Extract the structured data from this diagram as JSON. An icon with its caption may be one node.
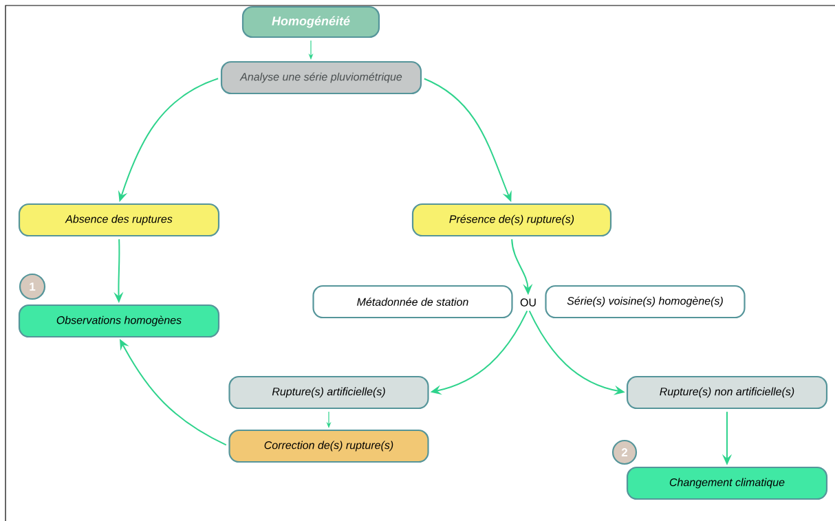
{
  "diagram": {
    "nodes": [
      {
        "text": [
          "Homogénéité"
        ]
      },
      {
        "text": [
          "Analyse une série pluviométrique"
        ]
      },
      {
        "text": [
          "Absence des ruptures"
        ]
      },
      {
        "text": [
          "Présence de(s) rupture(s)"
        ]
      },
      {
        "text": [
          "1"
        ]
      },
      {
        "text": [
          "Observations homogènes"
        ]
      },
      {
        "text": [
          "Métadonnée de station"
        ]
      },
      {
        "text": [
          "OU"
        ]
      },
      {
        "text": [
          "Série(s) voisine(s) homogène(s)"
        ]
      },
      {
        "text": [
          "Rupture(s) artificielle(s)"
        ]
      },
      {
        "text": [
          "Rupture(s) non artificielle(s)"
        ]
      },
      {
        "text": [
          "Correction de(s) rupture(s)"
        ]
      },
      {
        "text": [
          "2"
        ]
      },
      {
        "text": [
          "Changement climatique"
        ]
      }
    ],
    "edges": [
      {
        "from": 0,
        "to": 1,
        "arrow": "to"
      },
      {
        "from": 1,
        "to": 2,
        "arrow": "to"
      },
      {
        "from": 1,
        "to": 3,
        "arrow": "to"
      },
      {
        "from": 2,
        "to": 5,
        "arrow": "to"
      },
      {
        "from": 3,
        "to": 7,
        "arrow": "to"
      },
      {
        "from": 7,
        "to": 9,
        "arrow": "to"
      },
      {
        "from": 7,
        "to": 10,
        "arrow": "to"
      },
      {
        "from": 9,
        "to": 11,
        "arrow": "to"
      },
      {
        "from": 11,
        "to": 5,
        "arrow": "to"
      },
      {
        "from": 10,
        "to": 13,
        "arrow": "to"
      }
    ]
  }
}
